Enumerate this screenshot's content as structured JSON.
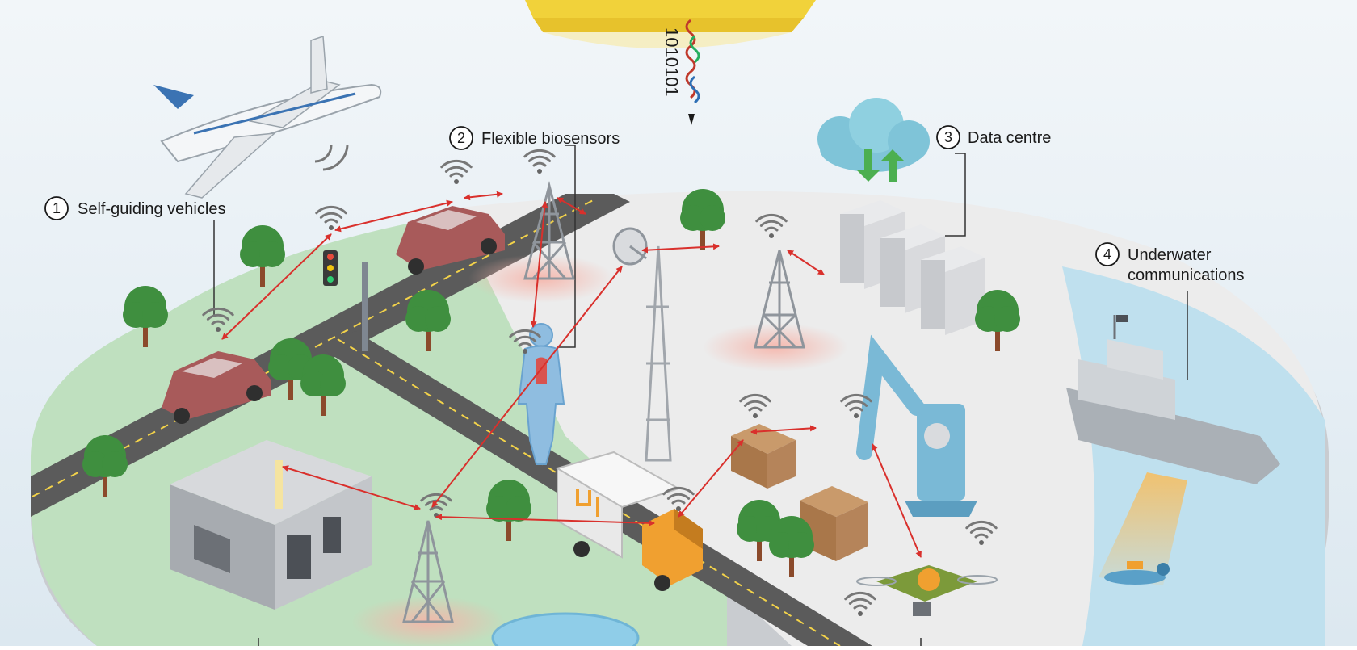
{
  "diagram": {
    "bit_stream": "1010101",
    "labels": [
      {
        "number": "1",
        "text": "Self-guiding vehicles"
      },
      {
        "number": "2",
        "text": "Flexible biosensors"
      },
      {
        "number": "3",
        "text": "Data centre"
      },
      {
        "number": "4",
        "lines": [
          "Underwater",
          "communications"
        ]
      }
    ],
    "colors": {
      "background": "#e9f1f6",
      "grass": "#bfe0bf",
      "plaza": "#ececec",
      "water": "#bfe0ee",
      "road": "#5b5b5b",
      "road_marking": "#f2d24a",
      "link_arrow": "#d9302c",
      "car": "#a85a5a",
      "tree": "#3f8f3f",
      "trunk": "#8b4a2b",
      "tower": "#8f959c",
      "signal_wave": "#e27b6f",
      "truck_cab": "#f0a030",
      "box": "#b07a4f",
      "drone": "#7c9a3a",
      "human": "#8fbde0",
      "cloud": "#7fc4d8",
      "server": "#d4d6d9",
      "robot_arm": "#7ab9d6",
      "ship": "#aab0b6",
      "beam": "#f3c069",
      "diver": "#5aa0c8"
    },
    "icons": [
      "airplane-icon",
      "traffic-light-icon",
      "car-icon",
      "tree-icon",
      "house-icon",
      "cell-tower-icon",
      "satellite-dish-icon",
      "human-body-icon",
      "truck-icon",
      "cardboard-box-icon",
      "drone-icon",
      "robot-arm-icon",
      "cloud-icon",
      "server-rack-icon",
      "ship-icon",
      "diver-icon",
      "wifi-signal-icon",
      "pond-icon",
      "satellite-panel-icon"
    ]
  }
}
